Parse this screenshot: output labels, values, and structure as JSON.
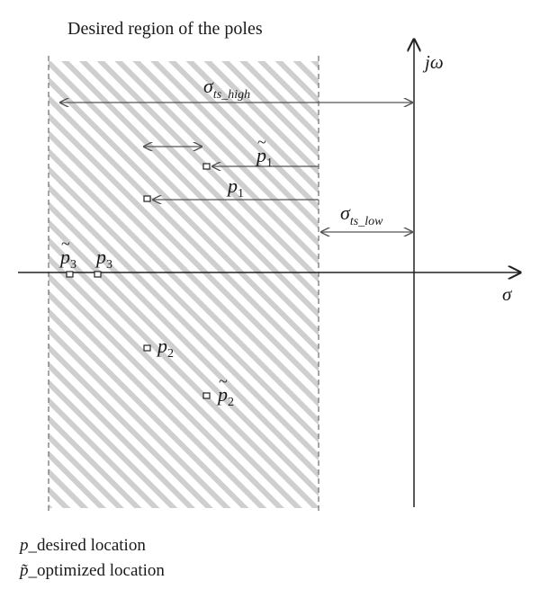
{
  "title": "Desired region of the poles",
  "axes": {
    "real_label": "σ",
    "imag_label": "jω"
  },
  "sigma_high": {
    "base": "σ",
    "sub": "ts_high"
  },
  "sigma_low": {
    "base": "σ",
    "sub": "ts_low"
  },
  "poles": {
    "p1": {
      "letter": "p",
      "sub": "1"
    },
    "p1_opt": {
      "letter": "p",
      "sub": "1"
    },
    "p2": {
      "letter": "p",
      "sub": "2"
    },
    "p2_opt": {
      "letter": "p",
      "sub": "2"
    },
    "p3": {
      "letter": "p",
      "sub": "3"
    },
    "p3_opt": {
      "letter": "p",
      "sub": "3"
    }
  },
  "legend": [
    {
      "symbol": "p",
      "text": "_desired location"
    },
    {
      "symbol": "p̃",
      "text": "_optimized location"
    }
  ],
  "colors": {
    "hatch": "#c8c8c8",
    "line": "#222222",
    "arrow": "#555555",
    "dash": "#777777"
  }
}
